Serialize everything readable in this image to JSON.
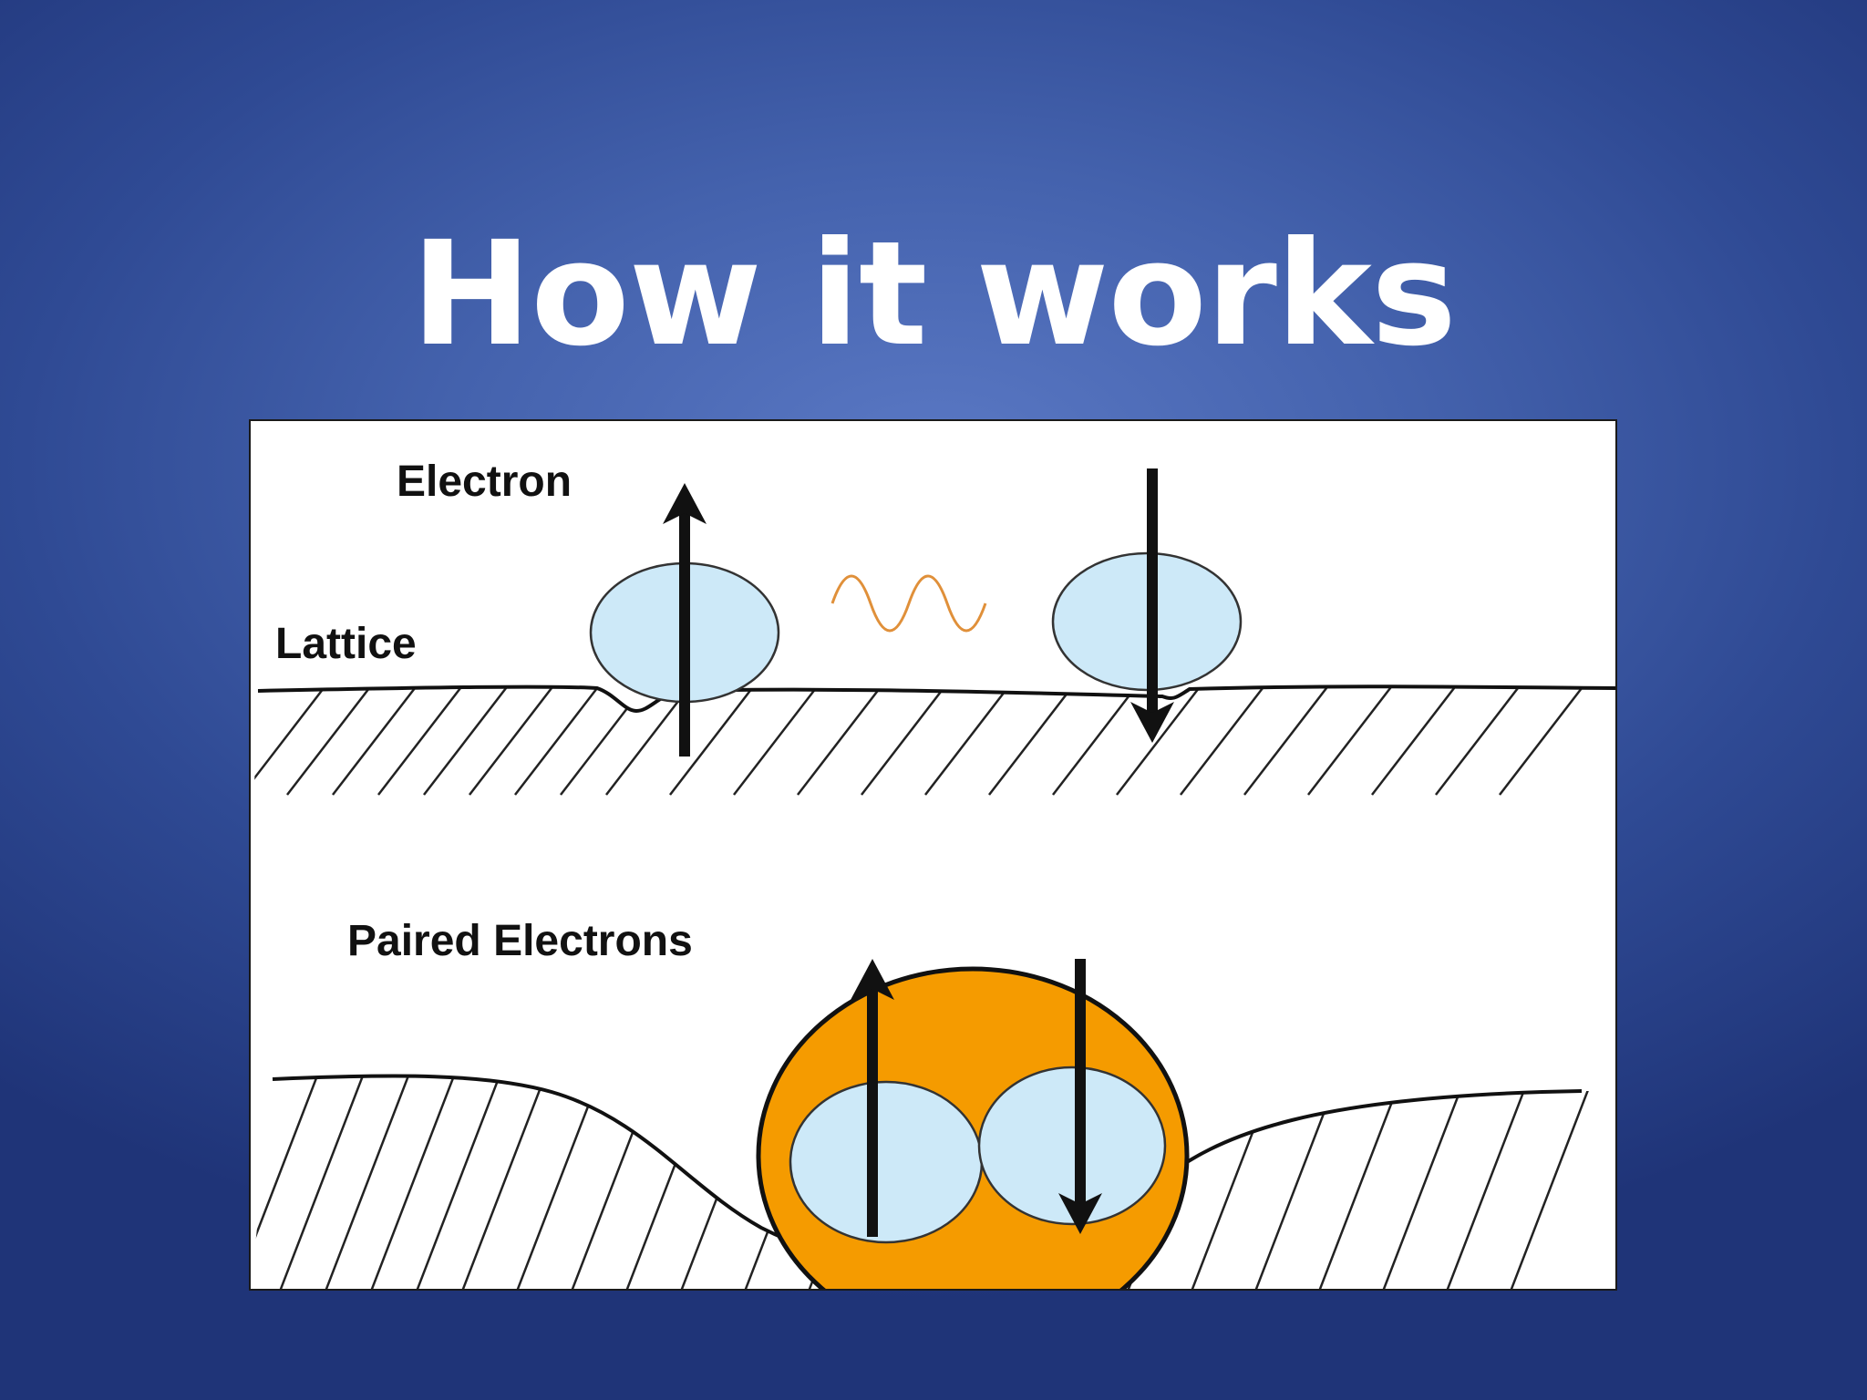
{
  "slide": {
    "title": "How it works"
  },
  "diagram": {
    "top_panel": {
      "electron_label": "Electron",
      "lattice_label": "Lattice"
    },
    "bottom_panel": {
      "paired_label": "Paired Electrons"
    },
    "colors": {
      "background_gradient_center": "#5a78c4",
      "background_gradient_edge": "#1f3478",
      "title_text": "#ffffff",
      "electron_fill": "#cde9f8",
      "pair_fill": "#f59b00",
      "phonon_wave": "#e0903a",
      "lines": "#111111"
    },
    "icons": {
      "spin_up": "arrow-up-icon",
      "spin_down": "arrow-down-icon",
      "phonon": "wave-icon"
    }
  }
}
